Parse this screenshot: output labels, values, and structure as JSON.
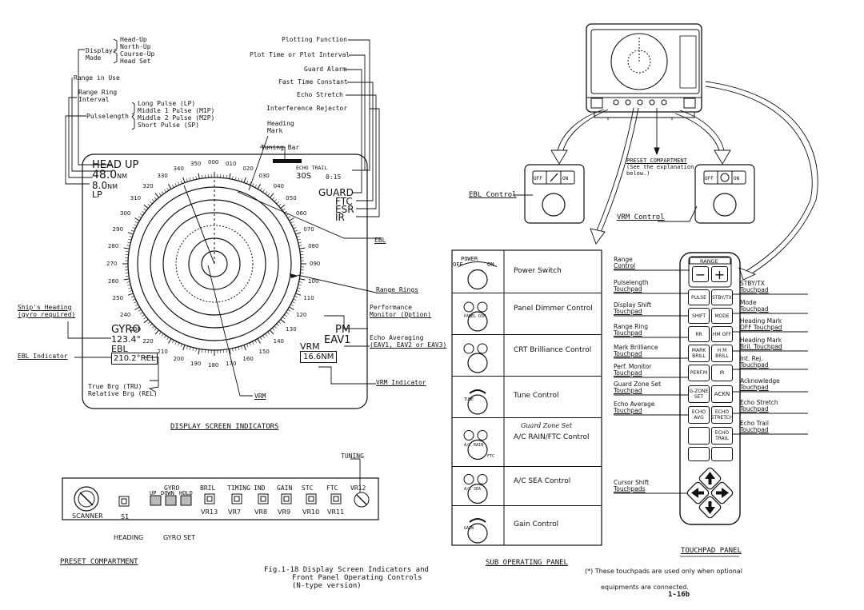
{
  "display_screen": {
    "labels": {
      "display": "Display",
      "mode": "Mode",
      "head_up": "Head-Up",
      "north_up": "North-Up",
      "course_up": "Course-Up",
      "head_set": "Head Set",
      "range_in_use": "Range in Use",
      "range_ring": "Range Ring",
      "interval": "Interval",
      "pulselength": "Pulselength",
      "lp": "Long Pulse (LP)",
      "m1p": "Middle 1 Pulse (M1P)",
      "m2p": "Middle 2 Pulse (M2P)",
      "sp": "Short Pulse (SP)",
      "plotting_function": "Plotting Function",
      "plot_time": "Plot Time or Plot Interval",
      "guard_alarm": "Guard Alarm",
      "fast_time_constant": "Fast Time Constant",
      "echo_stretch": "Echo Stretch",
      "interference_rejector": "Interference Rejector",
      "heading": "Heading",
      "mark": "Mark",
      "tuning_bar": "Tuning Bar",
      "ebl": "EBL",
      "range_rings": "Range Rings",
      "performance": "Performance",
      "monitor_option": "Monitor (Option)",
      "echo_averaging": "Echo Averaging",
      "eav_options": "(EAV1, EAV2 or EAV3)",
      "ships_heading": "Ship's Heading",
      "gyro_required": "(gyro required)",
      "ebl_indicator": "EBL  Indicator",
      "vrm_indicator": "VRM  Indicator",
      "vrm": "VRM",
      "true_brg": "True Brg (TRU)",
      "relative_brg": "Relative Brg (REL)"
    },
    "screen": {
      "mode": "HEAD UP",
      "range": "48.0",
      "range_unit": "NM",
      "ring": "8.0",
      "ring_unit": "NM",
      "pulse": "LP",
      "echo_trail": "ECHO TRAIL",
      "trail_value": "30S",
      "trail_time": "0:15",
      "guard": "GUARD",
      "ftc": "FTC",
      "esr": "ESR",
      "ir": "IR",
      "gyro": "GYRO",
      "gyro_value": "123.4°",
      "ebl": "EBL",
      "ebl_value": "210.2°REL",
      "pm": "PM",
      "eav": "EAV1",
      "vrm": "VRM",
      "vrm_value": "16.6NM",
      "bearings": [
        "000",
        "010",
        "020",
        "030",
        "040",
        "050",
        "060",
        "070",
        "080",
        "090",
        "100",
        "110",
        "120",
        "130",
        "140",
        "150",
        "160",
        "170",
        "180",
        "190",
        "200",
        "210",
        "220",
        "230",
        "240",
        "250",
        "260",
        "270",
        "280",
        "290",
        "300",
        "310",
        "320",
        "330",
        "340",
        "350"
      ]
    },
    "caption": "DISPLAY SCREEN INDICATORS"
  },
  "preset": {
    "tuning": "TUNING",
    "scanner": "SCANNER",
    "s1": "S1",
    "heading": "HEADING",
    "gyro": "GYRO",
    "up": "UP",
    "down": "DOWN",
    "hold": "HOLD",
    "gyro_set": "GYRO SET",
    "top_labels": [
      "BRIL",
      "TIMING",
      "IND",
      "GAIN",
      "STC",
      "FTC"
    ],
    "vr_labels": [
      "VR13",
      "VR7",
      "VR8",
      "VR9",
      "VR10",
      "VR11"
    ],
    "vr12": "VR12",
    "caption": "PRESET COMPARTMENT"
  },
  "figure": {
    "title_line1": "Fig.1-18 Display Screen Indicators and",
    "title_line2": "Front Panel Operating Controls",
    "title_line3": "(N-type version)",
    "page": "1-16b",
    "footnote_line1": "(*) These touchpads are used only when optional",
    "footnote_line2": "equipments are connected."
  },
  "unit": {
    "preset_compartment": "PRESET COMPARTMENT",
    "see_line1": "(See the explanation",
    "see_line2": "below.)",
    "ebl_control": "EBL Control",
    "vrm_control": "VRM Control",
    "off": "OFF",
    "on": "ON"
  },
  "sub_panel": {
    "rows": [
      {
        "label": "Power Switch",
        "icon": "power-switch-icon",
        "tag": "POWER"
      },
      {
        "label": "Panel Dimmer Control",
        "icon": "panel-dimmer-icon",
        "tag": "PANEL DIM"
      },
      {
        "label": "CRT Brilliance Control",
        "icon": "crt-brilliance-icon",
        "tag": ""
      },
      {
        "label": "Tune Control",
        "icon": "tune-knob-icon",
        "tag": "TUNE"
      },
      {
        "label": "A/C RAIN/FTC Control",
        "icon": "rain-ftc-icon",
        "tag": "A/C RAIN"
      },
      {
        "label": "A/C SEA Control",
        "icon": "sea-icon",
        "tag": "A/C SEA"
      },
      {
        "label": "Gain Control",
        "icon": "gain-knob-icon",
        "tag": "GAIN"
      }
    ],
    "handwritten_note": "Guard Zone Set",
    "ftc_tag": "FTC",
    "caption": "SUB OPERATING PANEL"
  },
  "touchpad": {
    "range_title": "RANGE",
    "keys": {
      "pulse": "PULSE",
      "stby": "STBY",
      "tx": "TX",
      "shift": "SHIFT",
      "mode": "MODE",
      "rr": "RR",
      "hm_off": "HM OFF",
      "mark_brill": "MARK BRILL",
      "hm_brill": "H M BRILL",
      "perf_m": "PERF.M",
      "ir": "IR",
      "g_zone_set": "G-ZONE SET",
      "ackn": "ACKN",
      "echo_avg": "ECHO AVG",
      "echo_stretch": "ECHO STRETCH",
      "echo_trail": "ECHO TRAIL"
    },
    "left_labels": [
      {
        "line1": "Range",
        "line2": "Control"
      },
      {
        "line1": "Pulselength",
        "line2": "Touchpad"
      },
      {
        "line1": "Display Shift",
        "line2": "Touchpad"
      },
      {
        "line1": "Range Ring",
        "line2": "Touchpad"
      },
      {
        "line1": "Mark Brilliance",
        "line2": "Touchpad"
      },
      {
        "line1": "Perf. Monitor",
        "line2": "Touchpad"
      },
      {
        "line1": "Guard Zone Set",
        "line2": "Touchpad"
      },
      {
        "line1": "Echo Average",
        "line2": "Touchpad"
      },
      {
        "line1": "Cursor Shift",
        "line2": "Touchpads"
      }
    ],
    "right_labels": [
      {
        "line1": "STBY/TX",
        "line2": "Touchpad"
      },
      {
        "line1": "Mode",
        "line2": "Touchpad"
      },
      {
        "line1": "Heading Mark",
        "line2": "OFF Touchpad"
      },
      {
        "line1": "Heading Mark",
        "line2": "Bril. Touchpad"
      },
      {
        "line1": "Int. Rej.",
        "line2": "Touchpad"
      },
      {
        "line1": "Acknowledge",
        "line2": "Touchpad"
      },
      {
        "line1": "Echo Stretch",
        "line2": "Touchpad"
      },
      {
        "line1": "Echo Trail",
        "line2": "Touchpad"
      }
    ],
    "caption": "TOUCHPAD PANEL"
  }
}
